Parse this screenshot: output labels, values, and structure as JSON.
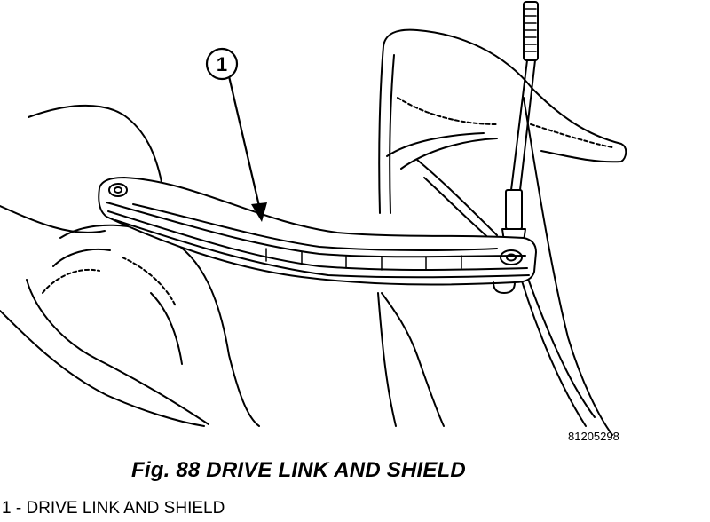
{
  "callout": {
    "number": "1"
  },
  "reference_code": "81205298",
  "caption": "Fig. 88 DRIVE LINK AND SHIELD",
  "legend": [
    {
      "number": "1",
      "separator": "-",
      "text": "DRIVE LINK AND SHIELD"
    }
  ]
}
